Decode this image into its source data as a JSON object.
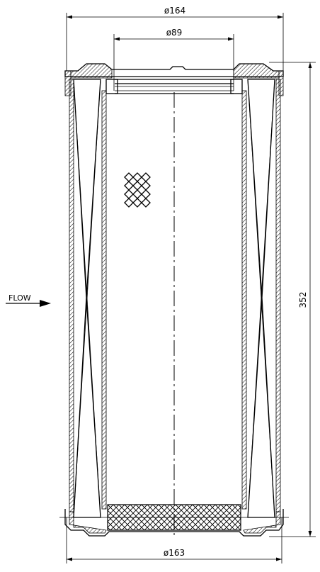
{
  "dimensions": {
    "top_outer_diameter": "ø164",
    "top_inner_diameter": "ø89",
    "bottom_outer_diameter": "ø163",
    "height": "352"
  },
  "flow_label": "FLOW"
}
